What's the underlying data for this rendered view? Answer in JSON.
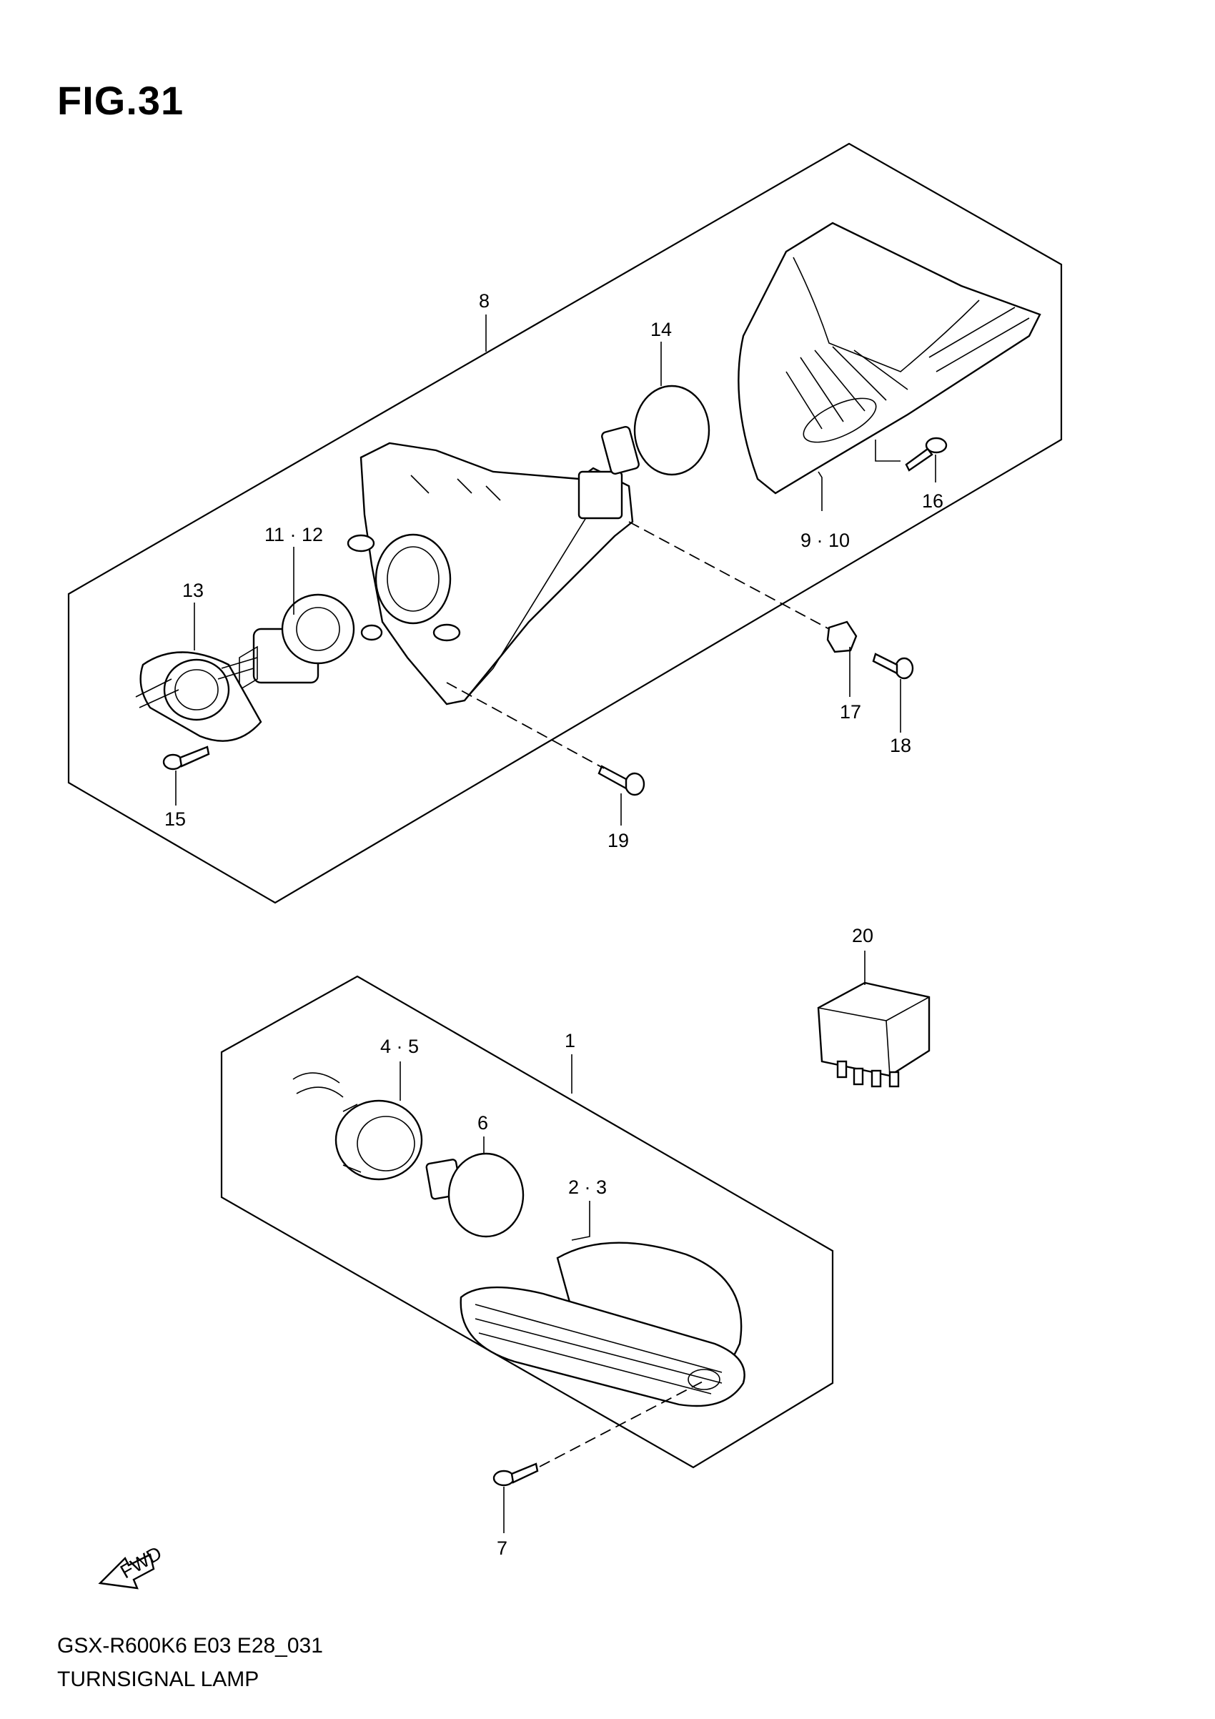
{
  "figure": {
    "title": "FIG.31",
    "model_code": "GSX-R600K6 E03 E28_031",
    "model_name": "TURNSIGNAL LAMP",
    "fwd_label": "FWD"
  },
  "callouts": {
    "c1": "1",
    "c2_3": "2 · 3",
    "c4_5": "4 · 5",
    "c6": "6",
    "c7": "7",
    "c8": "8",
    "c9_10": "9 · 10",
    "c11_12": "11 · 12",
    "c13": "13",
    "c14": "14",
    "c15": "15",
    "c16": "16",
    "c17": "17",
    "c18": "18",
    "c19": "19",
    "c20": "20"
  }
}
